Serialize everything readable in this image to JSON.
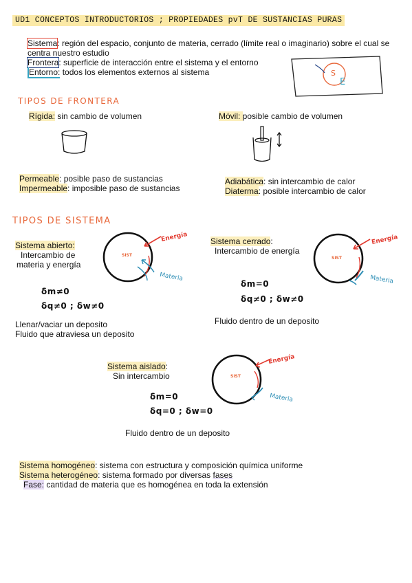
{
  "header": "UD1 CONCEPTOS INTRODUCTORIOS ; PROPIEDADES pvT DE SUSTANCIAS PURAS",
  "definitions": {
    "sistema_term": "Sistema",
    "sistema_text": ": región del espacio, conjunto de materia, cerrado (límite real o imaginario) sobre el cual se",
    "sistema_text2": "centra nuestro  estudio",
    "frontera_term": "Frontera",
    "frontera_text": ": superficie de interacción entre el sistema y el entorno",
    "entorno_term": "Entorno:",
    "entorno_text": " todos los elementos externos al sistema",
    "diagram_s": "S",
    "diagram_e": "E"
  },
  "tipos_frontera": {
    "title": "TIPOS DE FRONTERA",
    "rigida_term": "Rígida:",
    "rigida_text": "  sin cambio de volumen",
    "movil_term": "Móvil: ",
    "movil_text": "posible cambio de volumen",
    "permeable_term": "Permeable",
    "permeable_text": ": posible paso de sustancias",
    "impermeable_term": "Impermeable",
    "impermeable_text": ": imposible paso de sustancias",
    "adiabatica_term": "Adiabática",
    "adiabatica_text": ": sin intercambio de calor",
    "diaterma_term": "Diaterma",
    "diaterma_text": ": posible intercambio de calor"
  },
  "tipos_sistema": {
    "title": "TIPOS DE SISTEMA",
    "abierto": {
      "term": "Sistema abierto:",
      "line1": "Intercambio de",
      "line2": "materia y energía",
      "eq1": "δm≠0",
      "eq2": "δq≠0  ; δw≠0",
      "ex1": "Llenar/vaciar un deposito",
      "ex2": "Fluido que atraviesa un deposito",
      "sist": "SIST",
      "energia": "Energía",
      "materia": "Materia"
    },
    "cerrado": {
      "term": "Sistema cerrado",
      "colon": ":",
      "line1": "Intercambio de energía",
      "eq1": "δm=0",
      "eq2": "δq≠0  ; δw≠0",
      "ex1": "Fluido dentro de un deposito",
      "sist": "SIST",
      "energia": "Energía",
      "materia": "Materia"
    },
    "aislado": {
      "term": "Sistema aislado",
      "colon": ":",
      "line1": "Sin intercambio",
      "eq1": "δm=0",
      "eq2": "δq=0  ; δw=0",
      "ex1": "Fluido dentro de un deposito",
      "sist": "SIST",
      "energia": "Energía",
      "materia": "Materia"
    }
  },
  "homogeneo_term": "Sistema homogéneo",
  "homogeneo_text": ": sistema con estructura y composición química uniforme",
  "heterogeneo_term": "Sistema heterogéneo",
  "heterogeneo_text": ": sistema formado por diversas ",
  "heterogeneo_fases": "fases",
  "fase_term": "Fase:",
  "fase_text": " cantidad de materia que es homogénea en toda la extensión",
  "colors": {
    "highlight": "#fbeebc",
    "header_bg": "#fbe9a6",
    "section_orange": "#e8673a",
    "energy_red": "#e23b30",
    "matter_blue": "#2f8fb6"
  }
}
